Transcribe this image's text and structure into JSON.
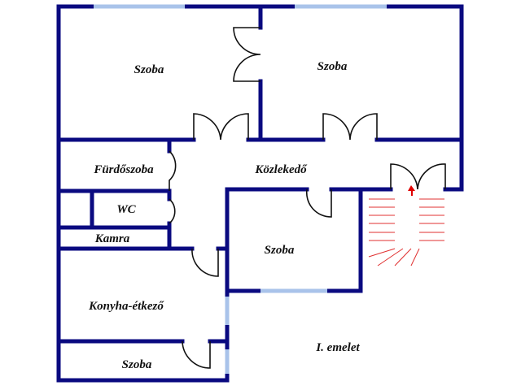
{
  "rooms": {
    "room_nw": "Szoba",
    "room_ne": "Szoba",
    "bathroom": "Fürdőszoba",
    "hallway": "Közlekedő",
    "wc": "WC",
    "pantry": "Kamra",
    "room_center": "Szoba",
    "kitchen": "Konyha-étkező",
    "room_sw": "Szoba"
  },
  "floor_label": "I. emelet",
  "colors": {
    "wall": "#0a0a80",
    "window": "#a9c3ea",
    "stairs": "#e03030"
  }
}
